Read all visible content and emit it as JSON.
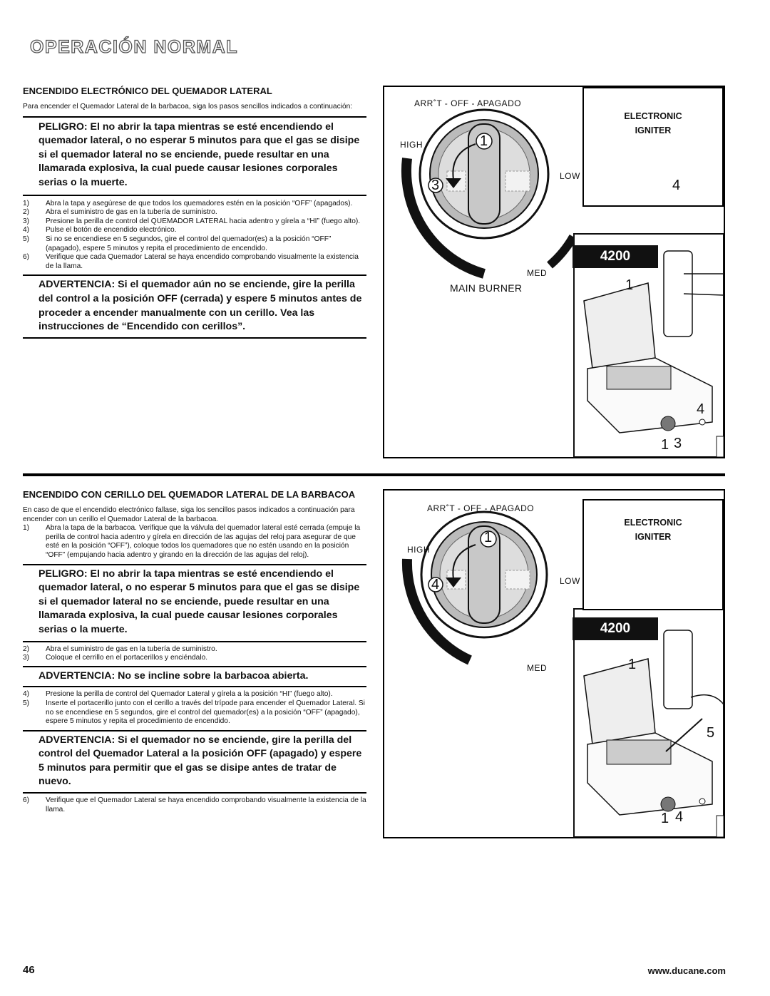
{
  "page_title": "OPERACIÓN NORMAL",
  "section1": {
    "heading": "ENCENDIDO ELECTRÓNICO DEL QUEMADOR LATERAL",
    "intro": "Para encender el Quemador Lateral de la barbacoa, siga los pasos sencillos indicados a continuación:",
    "danger": "PELIGRO: El no abrir la tapa mientras se esté encendiendo el quemador lateral, o no esperar 5 minutos para que el gas se disipe si el quemador lateral no se enciende, puede resultar en una llamarada explosiva, la cual puede causar lesiones corporales serias o la muerte.",
    "steps": [
      {
        "n": "1)",
        "text": "Abra la tapa y asegúrese de que todos los quemadores estén en la posición “OFF” (apagados)."
      },
      {
        "n": "2)",
        "text": "Abra el suministro de gas en la tubería de suministro."
      },
      {
        "n": "3)",
        "text": "Presione la perilla de control del QUEMADOR LATERAL hacia adentro y gírela a “HI” (fuego alto)."
      },
      {
        "n": "4)",
        "text": "Pulse el botón de encendido electrónico."
      },
      {
        "n": "5)",
        "text": "Si no se encendiese en 5 segundos, gire el control del quemador(es) a la posición “OFF” (apagado), espere 5 minutos y repita el procedimiento de encendido."
      },
      {
        "n": "6)",
        "text": "Verifique que cada Quemador Lateral se haya encendido comprobando visualmente la existencia de la llama."
      }
    ],
    "warning": "ADVERTENCIA: Si el quemador aún no se enciende, gire la perilla del control a la posición OFF (cerrada) y espere 5 minutos antes de proceder a encender manualmente con un cerillo. Vea las instrucciones de “Encendido con cerillos”."
  },
  "section2": {
    "heading": "ENCENDIDO CON CERILLO DEL QUEMADOR LATERAL DE LA BARBACOA",
    "intro": "En caso de que el encendido electrónico fallase, siga los sencillos pasos indicados a continuación para encender con un cerillo el Quemador Lateral de la barbacoa.",
    "steps_a": [
      {
        "n": "1)",
        "text": "Abra la tapa de la barbacoa. Verifique que la válvula del quemador lateral esté cerrada (empuje la perilla de control hacia adentro y gírela en dirección de las agujas del reloj para asegurar de que esté en la posición “OFF”), coloque todos los quemadores que no estén usando en la posición “OFF” (empujando hacia adentro y girando en la dirección de las agujas del reloj)."
      }
    ],
    "danger": "PELIGRO: El no abrir la tapa mientras se esté encendiendo el quemador lateral, o no esperar 5 minutos para que el gas se disipe si el quemador lateral no se enciende, puede resultar en una llamarada explosiva, la cual puede causar lesiones corporales serias o la muerte.",
    "steps_b": [
      {
        "n": "2)",
        "text": "Abra el suministro de gas en la tubería de suministro."
      },
      {
        "n": "3)",
        "text": "Coloque el cerrillo en el portacerillos y enciéndalo."
      }
    ],
    "warning1": "ADVERTENCIA: No se incline sobre la barbacoa abierta.",
    "steps_c": [
      {
        "n": "4)",
        "text": "Presione la perilla de control del Quemador Lateral y gírela a la posición “HI” (fuego alto)."
      },
      {
        "n": "5)",
        "text": "Inserte el portacerillo junto con el cerillo a través del trípode para encender el Quemador Lateral. Si no se encendiese en 5 segundos, gire el control del quemador(es) a la posición “OFF” (apagado), espere 5 minutos y repita el procedimiento de encendido."
      }
    ],
    "warning2": "ADVERTENCIA: Si el quemador no se enciende, gire la perilla del control del Quemador Lateral a la posición OFF (apagado) y espere 5 minutos para permitir que el gas se disipe antes de tratar de nuevo.",
    "steps_d": [
      {
        "n": "6)",
        "text": "Verifique que el Quemador Lateral se haya encendido comprobando visualmente la existencia de la llama."
      }
    ]
  },
  "figure1": {
    "off_label": "ARR˚T   - OFF - APAGADO",
    "high": "HIGH",
    "low": "LOW",
    "med": "MED",
    "main_burner": "MAIN BURNER",
    "igniter_line1": "ELECTRONIC",
    "igniter_line2": "IGNITER",
    "model": "4200",
    "callouts": [
      "1",
      "3",
      "4",
      "1",
      "4",
      "1",
      "3"
    ]
  },
  "figure2": {
    "off_label": "ARR˚T   - OFF - APAGADO",
    "high": "HIGH",
    "low": "LOW",
    "med": "MED",
    "igniter_line1": "ELECTRONIC",
    "igniter_line2": "IGNITER",
    "model": "4200",
    "callouts": [
      "1",
      "4",
      "1",
      "5",
      "1",
      "4"
    ]
  },
  "footer": {
    "page_number": "46",
    "url": "www.ducane.com"
  }
}
